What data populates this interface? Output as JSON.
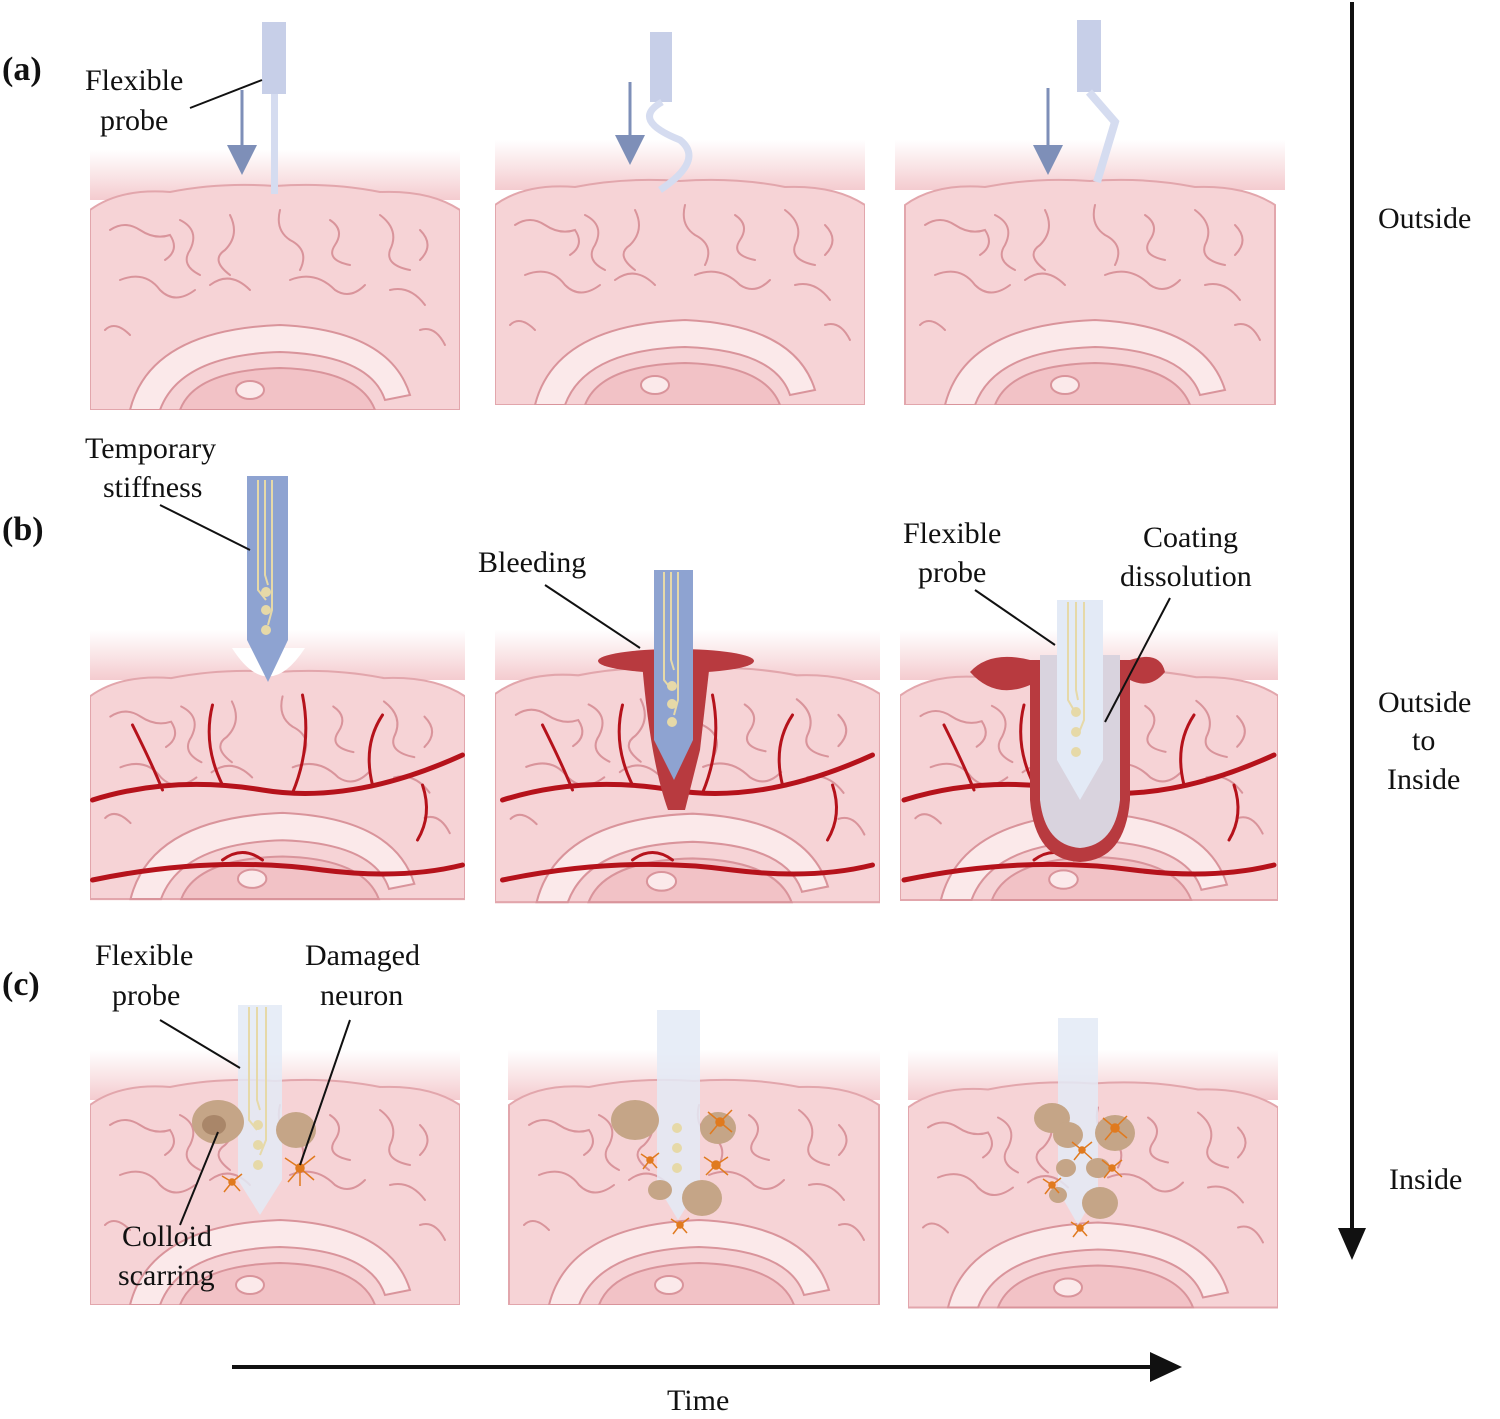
{
  "labels": {
    "row_a": "(a)",
    "row_b": "(b)",
    "row_c": "(c)",
    "a_flexible_probe_1": "Flexible",
    "a_flexible_probe_2": "probe",
    "b_temporary_1": "Temporary",
    "b_temporary_2": "stiffness",
    "b_bleeding": "Bleeding",
    "b_flexible_probe_1": "Flexible",
    "b_flexible_probe_2": "probe",
    "b_coating_1": "Coating",
    "b_coating_2": "dissolution",
    "c_flexible_probe_1": "Flexible",
    "c_flexible_probe_2": "probe",
    "c_damaged_1": "Damaged",
    "c_damaged_2": "neuron",
    "c_colloid_1": "Colloid",
    "c_colloid_2": "scarring",
    "side_outside": "Outside",
    "side_mid_1": "Outside",
    "side_mid_2": "to",
    "side_mid_3": "Inside",
    "side_inside": "Inside",
    "time": "Time"
  },
  "colors": {
    "brain_fill": "#f6d3d6",
    "brain_line": "#d9949b",
    "brain_highlight": "#fbe9ea",
    "vessel": "#b5121b",
    "blood": "#b83a3f",
    "probe_stiff": "#8ea3d1",
    "probe_flexible": "#e3eaf6",
    "probe_holder": "#c7cfe8",
    "scar": "#c5a587",
    "neuron": "#e07a1f",
    "arrow": "#111111"
  }
}
